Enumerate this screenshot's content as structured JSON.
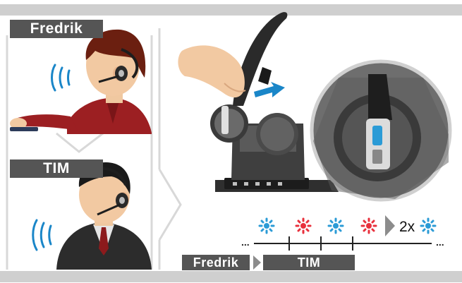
{
  "callers": {
    "first_name": "Fredrik",
    "second_name": "TIM"
  },
  "sequence": {
    "repeat_label": "2x",
    "ellipsis_left": "...",
    "ellipsis_right": "...",
    "flashes": [
      "blue",
      "red",
      "blue",
      "red",
      "blue"
    ]
  },
  "flow": {
    "from": "Fredrik",
    "to": "TIM"
  },
  "colors": {
    "label_bg": "#555555",
    "bar": "#cfcfcf",
    "led_blue": "#2b9bd6",
    "led_red": "#e8303c",
    "sound_waves": "#1a86c8",
    "shirt_red": "#9c1f22",
    "station_dark": "#3a3a3a"
  },
  "icons": [
    "sound-waves-icon",
    "led-flash-blue-icon",
    "led-flash-red-icon",
    "arrow-right-icon"
  ]
}
